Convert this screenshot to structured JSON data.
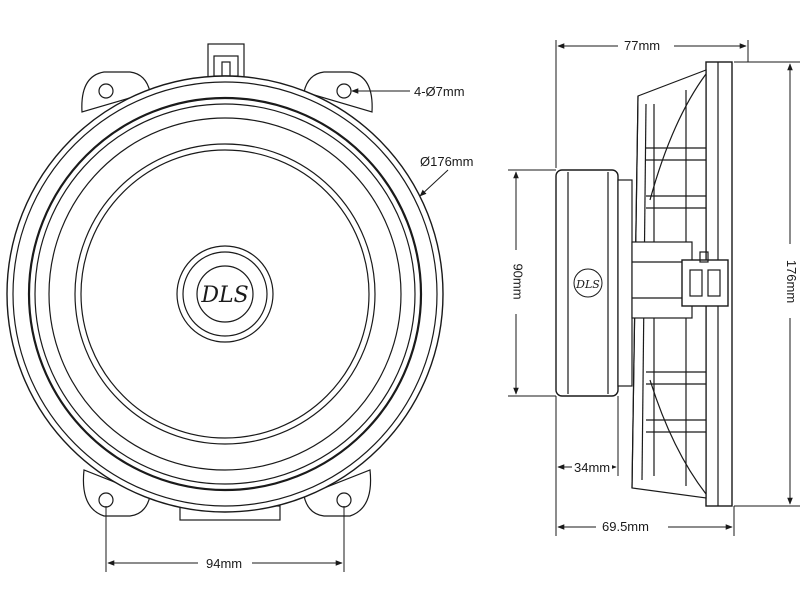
{
  "dimensions": {
    "mount_holes": "4-Ø7mm",
    "outer_diameter": "Ø176mm",
    "hole_spacing": "94mm",
    "total_depth": "77mm",
    "magnet_diameter": "90mm",
    "total_height": "176mm",
    "magnet_depth": "34mm",
    "mount_depth": "69.5mm"
  },
  "logo": "DLS",
  "colors": {
    "line": "#1a1a1a",
    "background": "#ffffff"
  }
}
